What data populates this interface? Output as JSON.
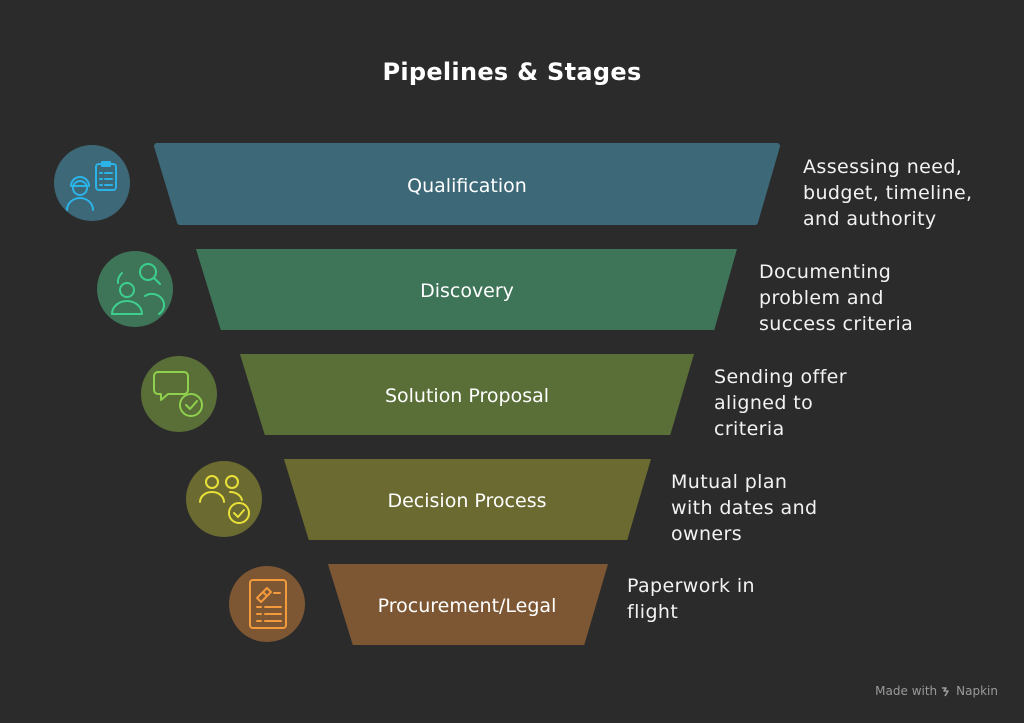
{
  "title": "Pipelines & Stages",
  "stages": [
    {
      "label": "Qualification",
      "icon": "engineer-clipboard-icon",
      "color": "#3d6878",
      "accent": "#2bb3e8",
      "description": [
        "Assessing need,",
        "budget, timeline,",
        "and authority"
      ]
    },
    {
      "label": "Discovery",
      "icon": "team-search-icon",
      "color": "#3e7458",
      "accent": "#3ecf8e",
      "description": [
        "Documenting",
        "problem and",
        "success criteria"
      ]
    },
    {
      "label": "Solution Proposal",
      "icon": "chat-check-icon",
      "color": "#5a6e38",
      "accent": "#8fd14f",
      "description": [
        "Sending offer",
        "aligned to",
        "criteria"
      ]
    },
    {
      "label": "Decision Process",
      "icon": "users-check-icon",
      "color": "#6b6a30",
      "accent": "#e9e13a",
      "description": [
        "Mutual plan",
        "with dates and",
        "owners"
      ]
    },
    {
      "label": "Procurement/Legal",
      "icon": "contract-document-icon",
      "color": "#7d5734",
      "accent": "#f39a3c",
      "description": [
        "Paperwork in",
        "flight"
      ]
    }
  ],
  "footer": {
    "made_with": "Made with",
    "brand": "Napkin"
  }
}
